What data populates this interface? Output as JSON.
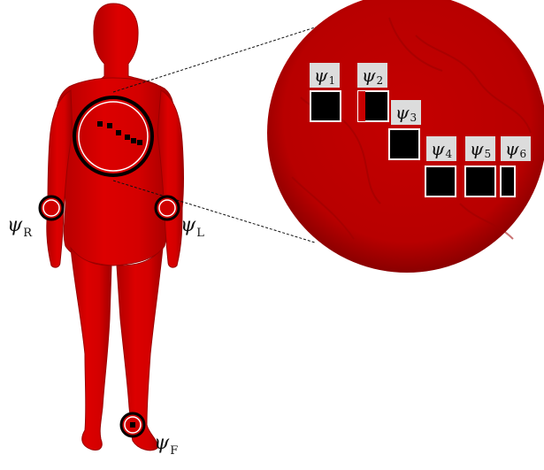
{
  "colors": {
    "body": "#d80000",
    "body_shade": "#a80000",
    "magnifier": "#c80000",
    "electrode": "#000000",
    "ring": "#000000",
    "label_bg": "#dcdcdc"
  },
  "limb_electrodes": [
    {
      "symbol": "ψ",
      "sub": "R"
    },
    {
      "symbol": "ψ",
      "sub": "L"
    },
    {
      "symbol": "ψ",
      "sub": "F"
    }
  ],
  "precordial_electrodes": [
    {
      "symbol": "ψ",
      "sub": "1"
    },
    {
      "symbol": "ψ",
      "sub": "2"
    },
    {
      "symbol": "ψ",
      "sub": "3"
    },
    {
      "symbol": "ψ",
      "sub": "4"
    },
    {
      "symbol": "ψ",
      "sub": "5"
    },
    {
      "symbol": "ψ",
      "sub": "6"
    }
  ]
}
